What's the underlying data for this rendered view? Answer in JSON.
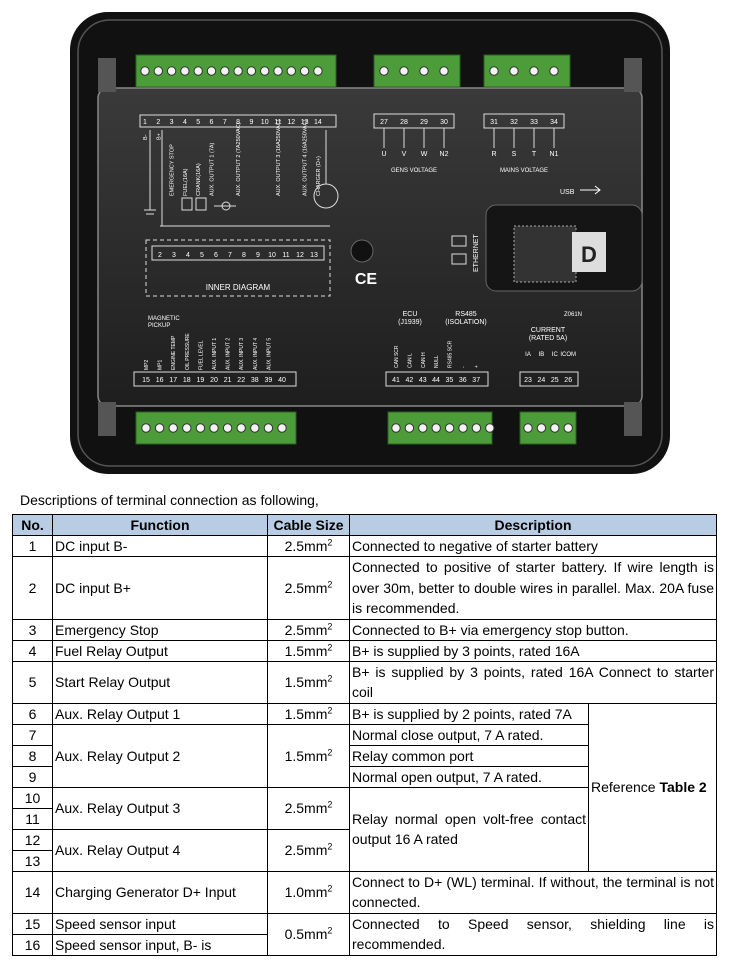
{
  "panel": {
    "top_terminals": [
      {
        "num": "1",
        "label": "B-"
      },
      {
        "num": "2",
        "label": "B+"
      },
      {
        "num": "3",
        "label": "EMERGENCY STOP"
      },
      {
        "num": "4",
        "label": "FUEL(16A)"
      },
      {
        "num": "5",
        "label": "CRANK(16A)"
      },
      {
        "num": "6",
        "label": "AUX. OUTPUT 1 (7A)"
      },
      {
        "num": "7",
        "label": ""
      },
      {
        "num": "8",
        "label": "AUX. OUTPUT 2 (7A250VAC)"
      },
      {
        "num": "9",
        "label": ""
      },
      {
        "num": "10",
        "label": ""
      },
      {
        "num": "11",
        "label": "AUX. OUTPUT 3 (16A250VAC)"
      },
      {
        "num": "12",
        "label": ""
      },
      {
        "num": "13",
        "label": "AUX. OUTPUT 4 (16A250VAC)"
      },
      {
        "num": "14",
        "label": "CHARGER (D+)"
      }
    ],
    "gens": {
      "nums": [
        "27",
        "28",
        "29",
        "30"
      ],
      "letters": [
        "U",
        "V",
        "W",
        "N2"
      ],
      "caption": "GENS VOLTAGE"
    },
    "mains": {
      "nums": [
        "31",
        "32",
        "33",
        "34"
      ],
      "letters": [
        "R",
        "S",
        "T",
        "N1"
      ],
      "caption": "MAINS VOLTAGE"
    },
    "usb_label": "USB",
    "ethernet_label": "ETHERNET",
    "logo_letter": "D",
    "inner_nums": [
      "2",
      "3",
      "4",
      "5",
      "6",
      "7",
      "8",
      "9",
      "10",
      "11",
      "12",
      "13"
    ],
    "inner_caption": "INNER DIAGRAM",
    "ce_mark": "CE",
    "model": "Z061N",
    "bottom_left_nums": [
      "15",
      "16",
      "17",
      "18",
      "19",
      "20",
      "21",
      "22",
      "38",
      "39",
      "40"
    ],
    "bottom_left_labels": [
      "MAGNETIC PICKUP",
      "MP2",
      "MP1",
      "ENGINE TEMP",
      "OIL PRESSURE",
      "FUEL LEVEL",
      "AUX. INPUT 1",
      "AUX. INPUT 2",
      "AUX. INPUT 3",
      "AUX. INPUT 4",
      "AUX. INPUT 5"
    ],
    "ecu": {
      "title": "ECU",
      "sub": "(J1939)",
      "nums": [
        "41",
        "42",
        "43"
      ],
      "labels": [
        "CAN SCR",
        "CAN L",
        "CAN H"
      ]
    },
    "rs485": {
      "title": "RS485",
      "sub": "(ISOLATION)",
      "nums": [
        "44",
        "35",
        "36",
        "37"
      ],
      "labels": [
        "NULL",
        "RS485 SCR",
        "-",
        "+"
      ]
    },
    "current": {
      "title": "CURRENT",
      "sub": "(RATED 5A)",
      "nums": [
        "23",
        "24",
        "25",
        "26"
      ],
      "labels": [
        "IA",
        "IB",
        "IC",
        "ICOM"
      ]
    }
  },
  "intro": "Descriptions of terminal connection as following,",
  "headers": {
    "no": "No.",
    "function": "Function",
    "cable": "Cable Size",
    "description": "Description"
  },
  "rows": {
    "r1": {
      "no": "1",
      "function": "DC input B-",
      "cable": "2.5mm",
      "description": "Connected to negative of starter battery"
    },
    "r2": {
      "no": "2",
      "function": "DC input B+",
      "cable": "2.5mm",
      "description": "Connected to positive of starter battery. If wire length is over 30m, better to double wires in parallel. Max. 20A fuse is recommended."
    },
    "r3": {
      "no": "3",
      "function": "Emergency Stop",
      "cable": "2.5mm",
      "description": "Connected to B+ via emergency stop button."
    },
    "r4": {
      "no": "4",
      "function": "Fuel Relay Output",
      "cable": "1.5mm",
      "description": "B+ is supplied by 3 points, rated 16A"
    },
    "r5": {
      "no": "5",
      "function": "Start Relay Output",
      "cable": "1.5mm",
      "description": "B+ is supplied by 3 points, rated 16A Connect to starter coil"
    },
    "r6": {
      "no": "6",
      "function": "Aux. Relay Output 1",
      "cable": "1.5mm",
      "description": "B+ is supplied by 2 points, rated 7A"
    },
    "r7": {
      "no": "7",
      "description": "Normal close output, 7 A rated."
    },
    "r8": {
      "no": "8",
      "function": "Aux. Relay Output 2",
      "cable": "1.5mm",
      "description": "Relay common port"
    },
    "r9": {
      "no": "9",
      "description": "Normal open output, 7 A rated."
    },
    "r10": {
      "no": "10",
      "function": "Aux. Relay Output 3",
      "cable": "2.5mm",
      "description": "Relay normal open volt-free contact output 16 A rated"
    },
    "r11": {
      "no": "11"
    },
    "r12": {
      "no": "12",
      "function": "Aux. Relay Output 4",
      "cable": "2.5mm"
    },
    "r13": {
      "no": "13"
    },
    "reference": {
      "prefix": "Reference ",
      "bold": "Table 2"
    },
    "r14": {
      "no": "14",
      "function": "Charging Generator D+ Input",
      "cable": "1.0mm",
      "description": "Connect to D+ (WL) terminal. If without, the terminal is not connected."
    },
    "r15": {
      "no": "15",
      "function": "Speed sensor input",
      "cable": "0.5mm",
      "description": "Connected to Speed sensor, shielding line is recommended."
    },
    "r16": {
      "no": "16",
      "function": "Speed sensor input, B- is"
    }
  },
  "superscript": "2",
  "colors": {
    "panel": "#2a2a2a",
    "body": "#161616",
    "connector": "#4d9c3a",
    "header": "#b8cce4"
  }
}
